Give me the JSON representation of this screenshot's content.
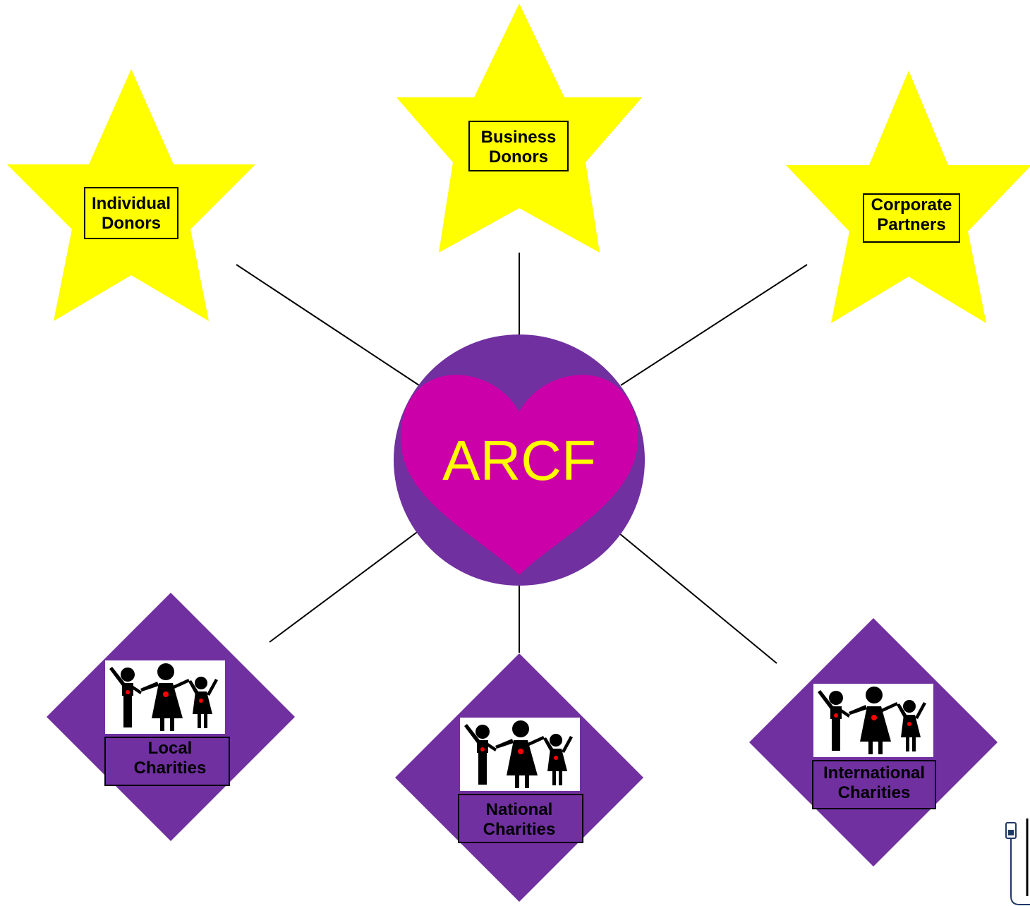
{
  "center": {
    "label": "ARCF"
  },
  "donors": [
    {
      "id": "individual",
      "line1": "Individual",
      "line2": "Donors"
    },
    {
      "id": "business",
      "line1": "Business",
      "line2": "Donors"
    },
    {
      "id": "corporate",
      "line1": "Corporate",
      "line2": "Partners"
    }
  ],
  "charities": [
    {
      "id": "local",
      "line1": "Local",
      "line2": "Charities"
    },
    {
      "id": "national",
      "line1": "National",
      "line2": "Charities"
    },
    {
      "id": "international",
      "line1": "International",
      "line2": "Charities"
    }
  ],
  "colors": {
    "star_fill": "#FFFF00",
    "diamond_fill": "#7030A0",
    "circle_fill": "#7030A0",
    "heart_fill": "#CC00A8",
    "center_text": "#FFFF00",
    "figure_heart": "#FF0000"
  },
  "icons": {
    "family": "family-figures-icon",
    "corner": "phone-icon"
  }
}
